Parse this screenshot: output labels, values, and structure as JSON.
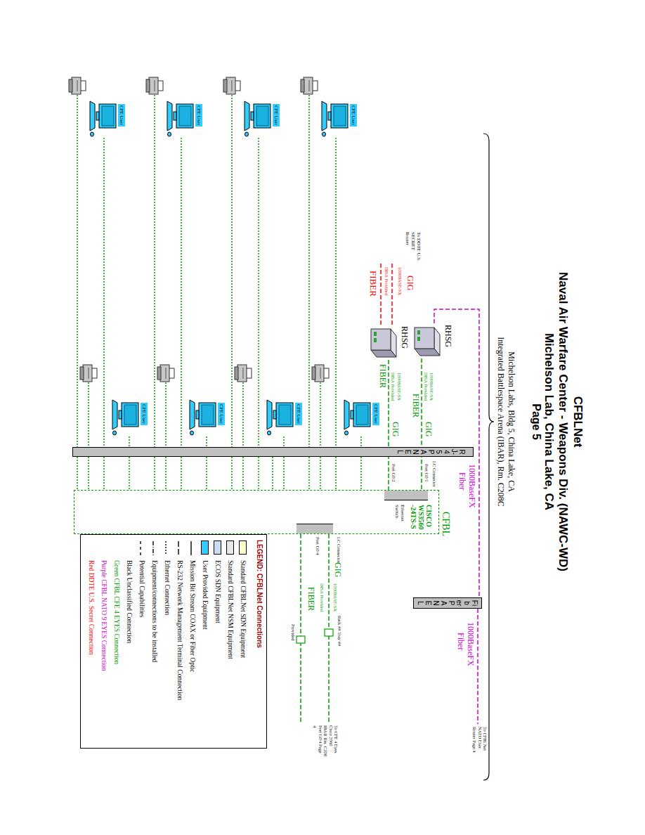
{
  "diagram": {
    "title": "CFBLNet",
    "nodes": [
      {
        "text": [
          "RHSG"
        ]
      },
      {
        "text": [
          "RHSG"
        ]
      },
      {
        "text": [
          "CFE User"
        ]
      },
      {
        "text": [
          "CFE User"
        ]
      },
      {
        "text": [
          "CFE User"
        ]
      },
      {
        "text": [
          "CFE User"
        ]
      },
      {
        "text": [
          "CFE User"
        ]
      },
      {
        "text": [
          "CFE User"
        ]
      },
      {
        "text": [
          "CFE User"
        ]
      },
      {
        "text": [
          "CFE User"
        ]
      },
      {
        "text": [
          "RJ-45 PANEL"
        ]
      },
      {
        "text": [
          "Fiber PANEL"
        ]
      },
      {
        "text": [
          "CFBL",
          "CISCO WS3560 -24TS-S",
          "Ethernet Switch"
        ]
      }
    ],
    "edges": [
      {
        "from": 2,
        "to": 10,
        "arrow": "none"
      },
      {
        "from": 3,
        "to": 10,
        "arrow": "none"
      },
      {
        "from": 4,
        "to": 10,
        "arrow": "none"
      },
      {
        "from": 5,
        "to": 10,
        "arrow": "none"
      },
      {
        "from": 6,
        "to": 10,
        "arrow": "none"
      },
      {
        "from": 7,
        "to": 10,
        "arrow": "none"
      },
      {
        "from": 8,
        "to": 10,
        "arrow": "none"
      },
      {
        "from": 9,
        "to": 10,
        "arrow": "none"
      },
      {
        "from": 10,
        "to": 12,
        "arrow": "none"
      },
      {
        "from": 0,
        "to": 12,
        "label": "GIG",
        "arrow": "none"
      },
      {
        "from": 1,
        "to": 12,
        "label": "GIG",
        "arrow": "none"
      },
      {
        "from": 0,
        "to": 11,
        "arrow": "none"
      }
    ],
    "labels": [
      "Naval Air Warfare Center - Weapons Div. (NAWC-WD)",
      "Michelson Lab, China Lake, CA",
      "Page 5",
      "Michelson Labs, Bldg 5, China Lake, CA",
      "Integrated Battlespace Arena (IBAR), Rm. C208C",
      "To DDTE U.S. SECRET Router",
      "GIG",
      "1000BASE-SX",
      "DISA Provided",
      "FIBER",
      "1000BaseFX",
      "Fiber",
      "1000BASE-SX",
      "DISA Provided",
      "FIBER",
      "1000BASE-SX",
      "DISA Provided",
      "FIBER",
      "LC Connector",
      "Port G0/1",
      "Port G0/2",
      "1000BaseFX",
      "Fiber",
      "To CFBLNet NATO Exer. Router Page 4",
      "LC Connector",
      "Port G0/4",
      "GIG",
      "1000BASE-SX",
      "DISA Provided",
      "FIBER",
      "Rack ## Tray ##",
      "Provided",
      "To CFE 4 Eyes Cisco 3560 IBAR Rm. C208 Port G0/4 Page 4",
      "LEGEND: CFBLNet Connections"
    ],
    "legend": [
      {
        "text": "Standard CFBLNet SDN Equipment",
        "color": "#ffffcc"
      },
      {
        "text": "Standard CFBLNet NSM Equipment",
        "color": "#e8e8e8"
      },
      {
        "text": "ECOS SDN Equipment",
        "color": "#c8ddf0"
      },
      {
        "text": "User Provided Equipment",
        "color": "#33ccff"
      },
      {
        "text": "Mission Bit Stream COAX or Fiber Optic"
      },
      {
        "text": "RS-232 Network Management Terminal Connection"
      },
      {
        "text": "Ethernet Connection"
      },
      {
        "text": "Equipment/connections to be installed"
      },
      {
        "text": "Potential Capabilities"
      },
      {
        "text": "Black Unclassified Connection"
      },
      {
        "text": "Green CFBL CFE 4 EYES Connection"
      },
      {
        "text": "Purple CFBL NATO 9 EYES Connection"
      },
      {
        "text": "Red DDTE U.S. Secret Connection"
      }
    ]
  }
}
